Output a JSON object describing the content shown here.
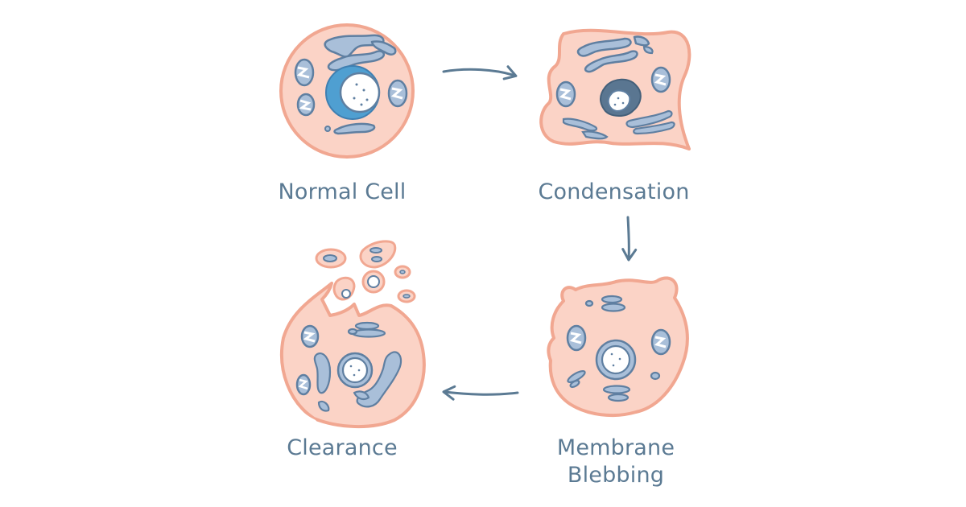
{
  "stages": [
    {
      "id": "normal",
      "label": "Normal Cell"
    },
    {
      "id": "condensation",
      "label": "Condensation"
    },
    {
      "id": "blebbing",
      "label": "Membrane\nBlebbing",
      "label_lines": [
        "Membrane",
        "Blebbing"
      ]
    },
    {
      "id": "clearance",
      "label": "Clearance"
    }
  ],
  "colors": {
    "cell_fill": "#fbd3c6",
    "cell_outline": "#f1a791",
    "organelle_fill": "#a9bfd9",
    "organelle_outline": "#5f7fa1",
    "nucleus_ring": "#4f9fd1",
    "condensed_nucleus": "#5a7691",
    "arrow": "#5b7a93",
    "text": "#5b7a93"
  }
}
